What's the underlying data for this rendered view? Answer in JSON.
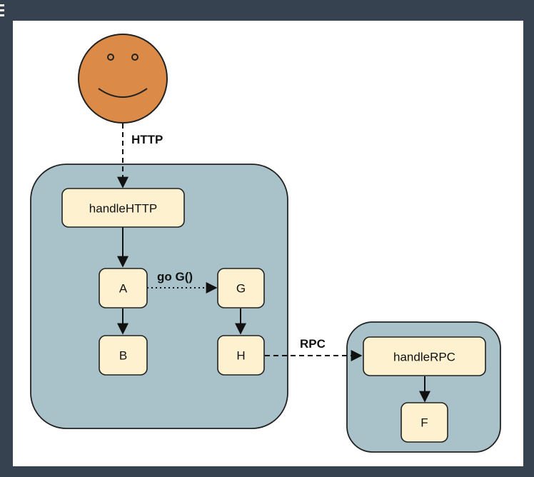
{
  "user": {
    "label": ""
  },
  "nodes": {
    "handle_http": "handleHTTP",
    "a": "A",
    "g": "G",
    "b": "B",
    "h": "H",
    "handle_rpc": "handleRPC",
    "f": "F"
  },
  "edges": {
    "http": "HTTP",
    "go": "go G()",
    "rpc": "RPC"
  },
  "colors": {
    "background": "#36424f",
    "canvas": "#ffffff",
    "process_fill": "#a9c2c9",
    "node_fill": "#fdf1cf",
    "face_fill": "#db8b47"
  }
}
